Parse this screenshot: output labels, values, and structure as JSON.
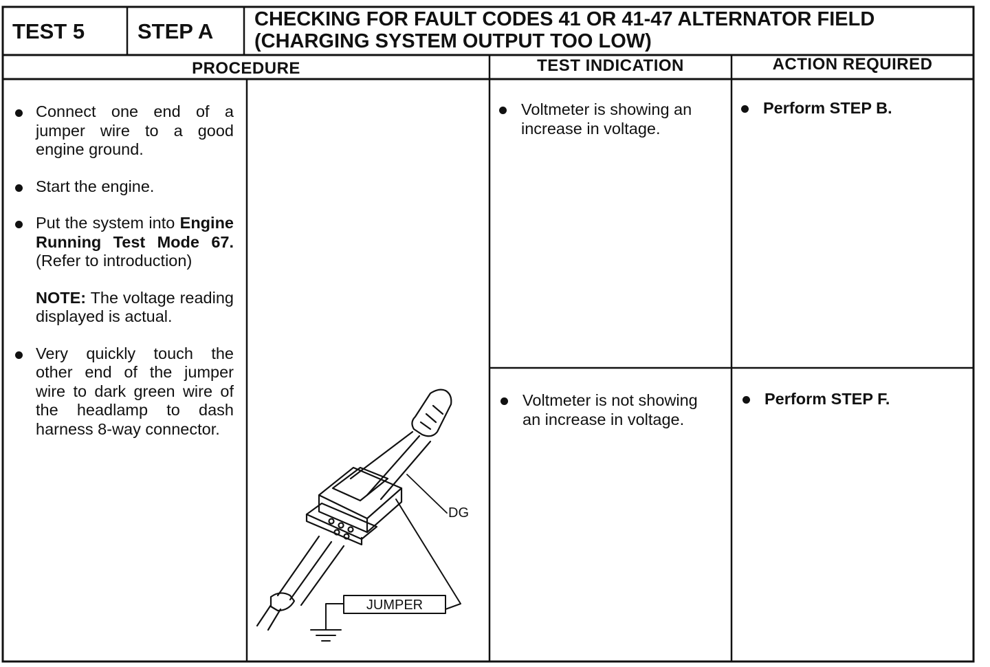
{
  "header": {
    "test": "TEST 5",
    "step": "STEP A",
    "title_line1": "CHECKING FOR FAULT CODES 41 OR 41-47 ALTERNATOR FIELD",
    "title_line2": "(CHARGING SYSTEM OUTPUT TOO LOW)"
  },
  "columns": {
    "procedure": "PROCEDURE",
    "test_indication": "TEST INDICATION",
    "action_required": "ACTION REQUIRED"
  },
  "procedure": {
    "step1": "Connect one end of a jumper wire to a good engine ground.",
    "step2": "Start the engine.",
    "step3_pre": "Put the system into ",
    "step3_bold": "Engine Running Test Mode 67.",
    "step3_post": " (Refer to introduction)",
    "note_label": "NOTE:",
    "note_text": " The voltage reading displayed is actual.",
    "step4": "Very quickly touch the other end of the jumper wire to dark green wire of the headlamp to dash harness 8-way connector."
  },
  "figure": {
    "label_dg": "DG",
    "label_jumper": "JUMPER"
  },
  "results": [
    {
      "indication_l1": "Voltmeter is showing an",
      "indication_l2": "increase in voltage.",
      "action": "Perform STEP B."
    },
    {
      "indication_l1": "Voltmeter is not showing",
      "indication_l2": "an increase in voltage.",
      "action": "Perform STEP F."
    }
  ]
}
